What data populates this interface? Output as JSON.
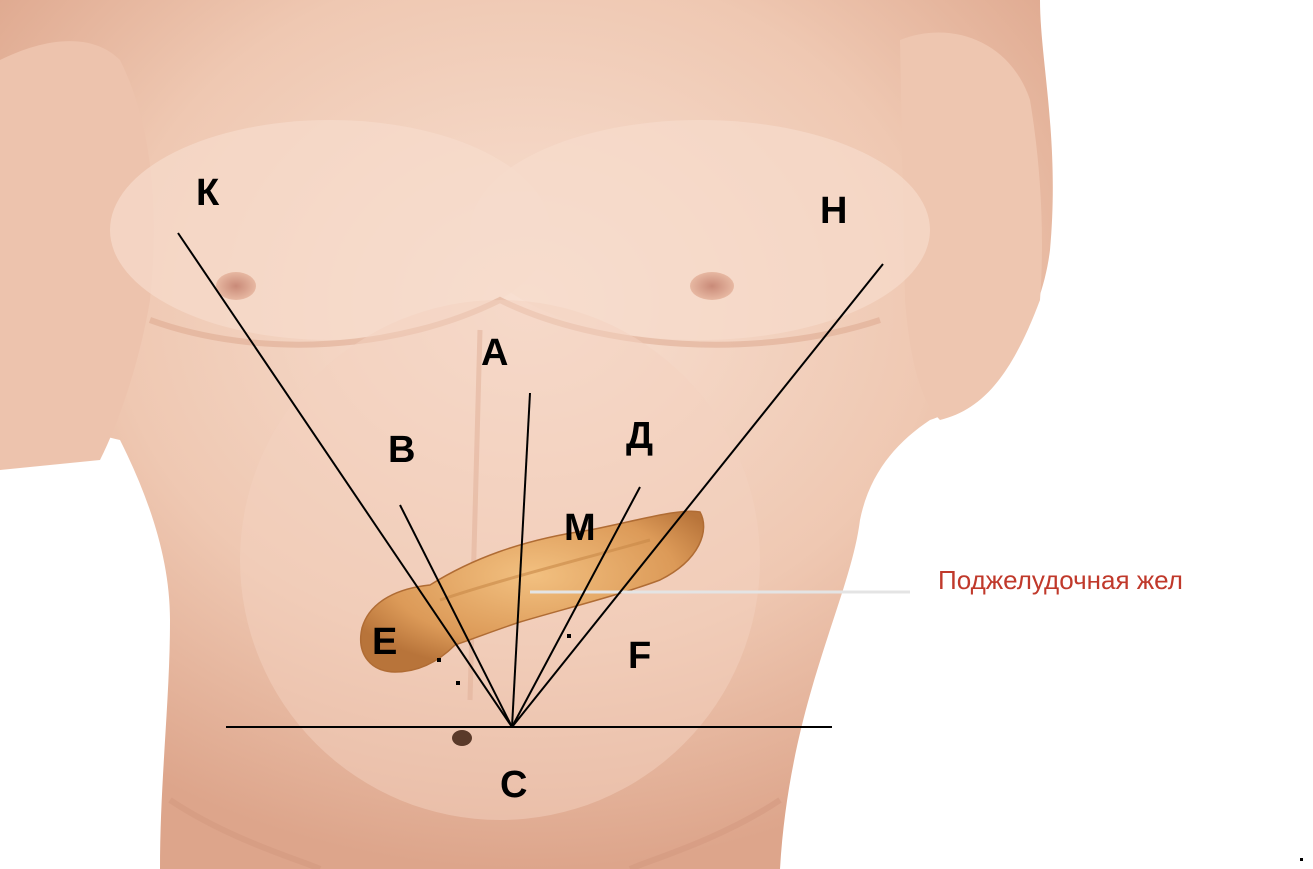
{
  "labels": {
    "K": "К",
    "H": "Н",
    "A": "А",
    "B": "В",
    "D": "Д",
    "M": "М",
    "E": "Е",
    "F": "F",
    "C": "С"
  },
  "caption": "Поджелудочная жел",
  "colors": {
    "skin_light": "#f6d9c8",
    "skin_mid": "#ecc0a8",
    "skin_shadow": "#d9a288",
    "pancreas": "#e0a060",
    "pancreas_dark": "#c07a3c",
    "caption": "#c0392b",
    "lines": "#000000",
    "pointer": "#e8e8e8"
  }
}
